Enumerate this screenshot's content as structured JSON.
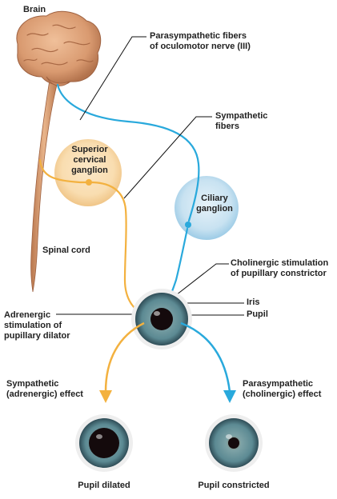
{
  "labels": {
    "brain": "Brain",
    "parasym_fibers": [
      "Parasympathetic fibers",
      "of oculomotor nerve (III)"
    ],
    "sym_fibers": [
      "Sympathetic",
      "fibers"
    ],
    "superior_ganglion": [
      "Superior",
      "cervical",
      "ganglion"
    ],
    "ciliary_ganglion": [
      "Ciliary",
      "ganglion"
    ],
    "spinal_cord": "Spinal cord",
    "cholinergic_stim": [
      "Cholinergic stimulation",
      "of pupillary constrictor"
    ],
    "iris": "Iris",
    "pupil": "Pupil",
    "adrenergic_stim": [
      "Adrenergic",
      "stimulation of",
      "pupillary dilator"
    ],
    "sym_effect": [
      "Sympathetic",
      "(adrenergic) effect"
    ],
    "parasym_effect": [
      "Parasympathetic",
      "(cholinergic) effect"
    ],
    "pupil_dilated": "Pupil dilated",
    "pupil_constricted": "Pupil constricted"
  },
  "colors": {
    "sympathetic": "#f3b13f",
    "parasympathetic": "#29a9dc",
    "superior_ganglion_fill": "#f9ddb0",
    "ciliary_ganglion_fill": "#c8e2f1",
    "brain": "#d99a70",
    "iris": "#5c8a93",
    "pupil": "#140a0c"
  }
}
